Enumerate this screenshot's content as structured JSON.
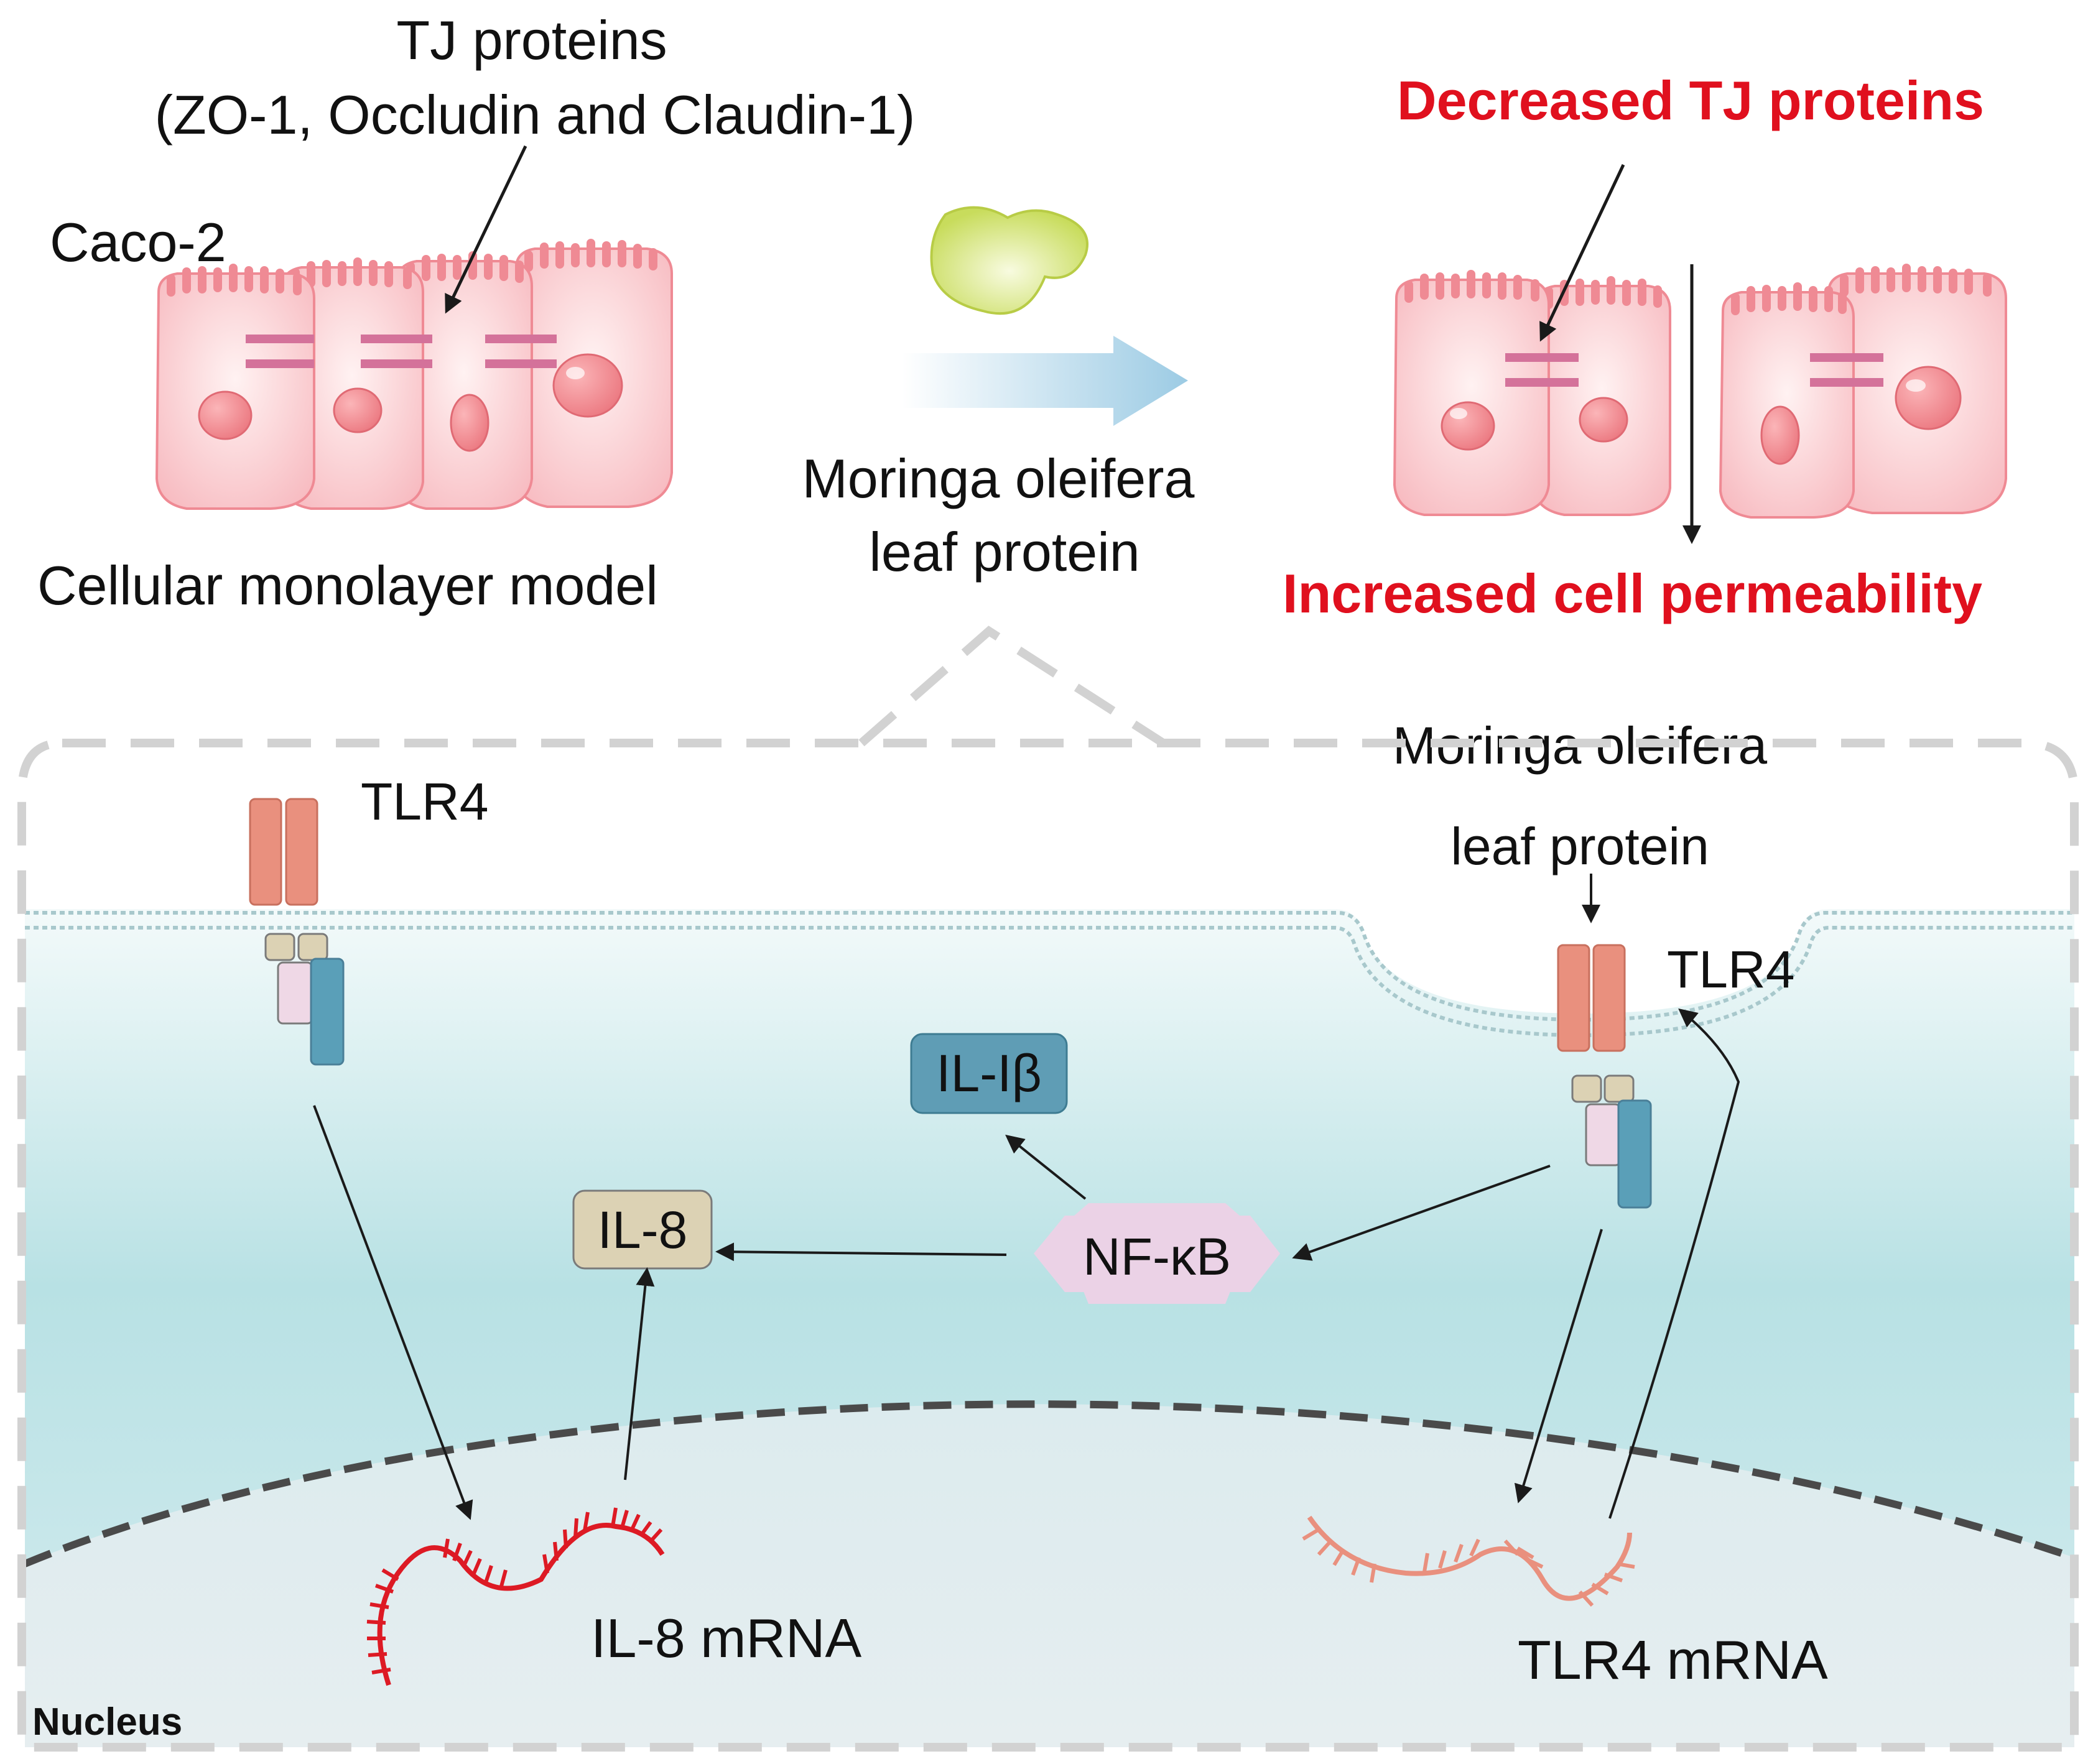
{
  "top": {
    "tj_label_line1": "TJ proteins",
    "tj_label_line2": "(ZO-1, Occludin and Claudin-1)",
    "cell_line": "Caco-2",
    "model_label": "Cellular monolayer model",
    "treatment_line1": "Moringa oleifera",
    "treatment_line2": "leaf protein",
    "decreased_tj": "Decreased TJ proteins",
    "increased_perm": "Increased cell permeability",
    "highlight_color": "#e0101e"
  },
  "mechanism": {
    "tlr4_left": "TLR4",
    "tlr4_right": "TLR4",
    "moringa_line1": "Moringa oleifera",
    "moringa_line2": "leaf protein",
    "il1b": "IL-Iβ",
    "il8": "IL-8",
    "nfkb": "NF-κB",
    "il8_mrna": "IL-8 mRNA",
    "tlr4_mrna": "TLR4 mRNA",
    "nucleus": "Nucleus"
  }
}
